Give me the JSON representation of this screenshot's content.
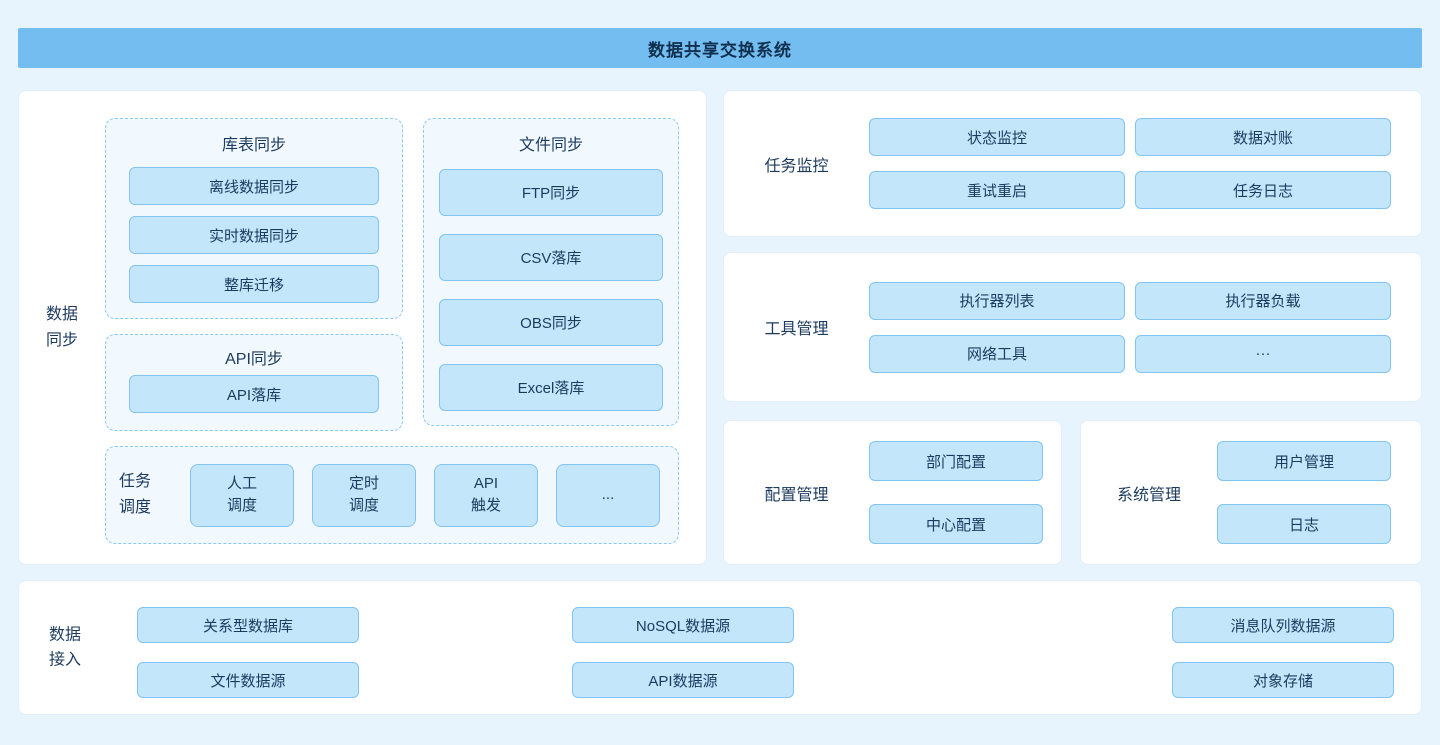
{
  "header": {
    "title": "数据共享交换系统"
  },
  "colors": {
    "page_bg": "#e8f4fd",
    "header_bg": "#74bdf1",
    "item_bg": "#c4e6fb",
    "item_border": "#82c4f3",
    "dashed_border": "#8ac8f5",
    "dashed_bg": "#f2f9fe",
    "text": "#1b3a5e"
  },
  "data_sync": {
    "label": "数据\n同步",
    "table_sync": {
      "title": "库表同步",
      "items": [
        "离线数据同步",
        "实时数据同步",
        "整库迁移"
      ]
    },
    "api_sync": {
      "title": "API同步",
      "items": [
        "API落库"
      ]
    },
    "file_sync": {
      "title": "文件同步",
      "items": [
        "FTP同步",
        "CSV落库",
        "OBS同步",
        "Excel落库"
      ]
    },
    "task_schedule": {
      "label": "任务\n调度",
      "items": [
        "人工\n调度",
        "定时\n调度",
        "API\n触发",
        "..."
      ]
    }
  },
  "task_monitor": {
    "label": "任务监控",
    "items": [
      "状态监控",
      "数据对账",
      "重试重启",
      "任务日志"
    ]
  },
  "tool_manage": {
    "label": "工具管理",
    "items": [
      "执行器列表",
      "执行器负载",
      "网络工具",
      "···"
    ]
  },
  "config_manage": {
    "label": "配置管理",
    "items": [
      "部门配置",
      "中心配置"
    ]
  },
  "system_manage": {
    "label": "系统管理",
    "items": [
      "用户管理",
      "日志"
    ]
  },
  "data_access": {
    "label": "数据\n接入",
    "items": [
      "关系型数据库",
      "NoSQL数据源",
      "消息队列数据源",
      "文件数据源",
      "API数据源",
      "对象存储"
    ]
  }
}
